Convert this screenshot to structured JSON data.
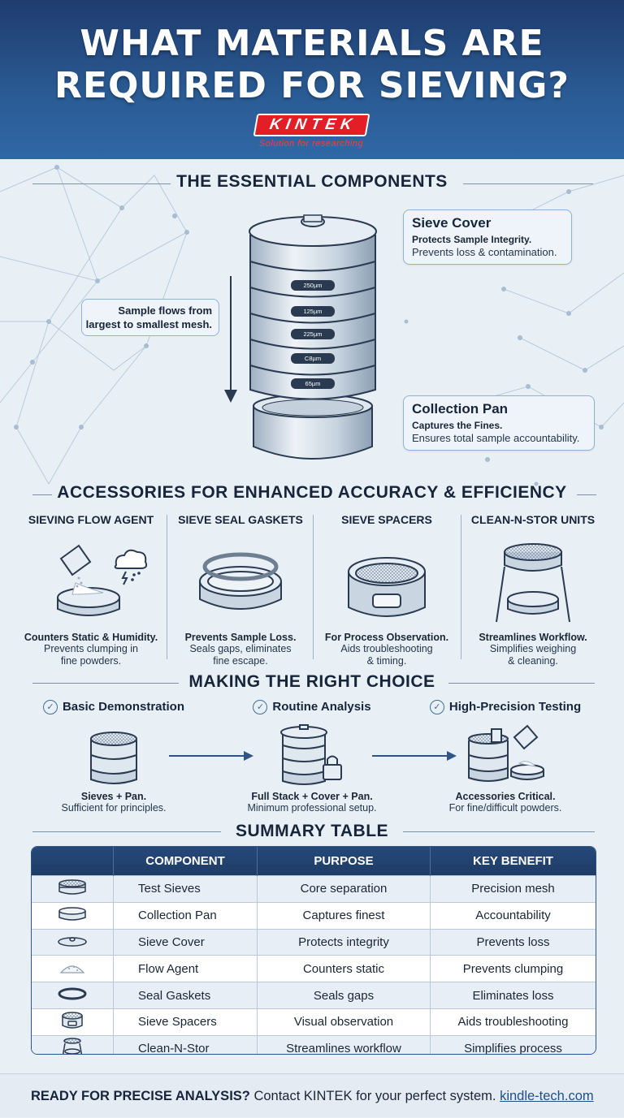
{
  "header": {
    "title_line1": "WHAT MATERIALS ARE",
    "title_line2": "REQUIRED FOR SIEVING?",
    "logo_text": "KINTEK",
    "logo_tagline": "Solution for researching"
  },
  "essential": {
    "section_title": "THE ESSENTIAL COMPONENTS",
    "sieve_labels": [
      "250µm",
      "125µm",
      "225µm",
      "C8µm",
      "65µm"
    ],
    "sample_flow_line1": "Sample flows from",
    "sample_flow_line2": "largest to smallest mesh.",
    "cover_callout": {
      "title": "Sieve Cover",
      "subtitle": "Protects Sample Integrity.",
      "desc": "Prevents loss & contamination."
    },
    "pan_callout": {
      "title": "Collection Pan",
      "subtitle": "Captures the Fines.",
      "desc": "Ensures total sample accountability."
    }
  },
  "accessories": {
    "section_title": "ACCESSORIES FOR ENHANCED ACCURACY & EFFICIENCY",
    "items": [
      {
        "title": "SIEVING FLOW AGENT",
        "icon": "flow-agent-icon",
        "subtitle": "Counters Static & Humidity.",
        "desc1": "Prevents clumping in",
        "desc2": "fine powders."
      },
      {
        "title": "SIEVE SEAL GASKETS",
        "icon": "gasket-icon",
        "subtitle": "Prevents Sample Loss.",
        "desc1": "Seals gaps, eliminates",
        "desc2": "fine escape."
      },
      {
        "title": "SIEVE SPACERS",
        "icon": "spacer-icon",
        "subtitle": "For Process Observation.",
        "desc1": "Aids troubleshooting",
        "desc2": "& timing."
      },
      {
        "title": "CLEAN-N-STOR UNITS",
        "icon": "clean-n-stor-icon",
        "subtitle": "Streamlines Workflow.",
        "desc1": "Simplifies weighing",
        "desc2": "& cleaning."
      }
    ]
  },
  "choice": {
    "section_title": "MAKING THE RIGHT CHOICE",
    "items": [
      {
        "title": "Basic Demonstration",
        "subtitle": "Sieves + Pan.",
        "desc": "Sufficient for principles."
      },
      {
        "title": "Routine Analysis",
        "subtitle": "Full Stack + Cover + Pan.",
        "desc": "Minimum professional setup."
      },
      {
        "title": "High-Precision Testing",
        "subtitle": "Accessories Critical.",
        "desc": "For fine/difficult powders."
      }
    ]
  },
  "summary": {
    "section_title": "SUMMARY TABLE",
    "headers": [
      "",
      "COMPONENT",
      "PURPOSE",
      "KEY BENEFIT"
    ],
    "rows": [
      {
        "icon": "test-sieve-icon",
        "component": "Test Sieves",
        "purpose": "Core separation",
        "benefit": "Precision mesh"
      },
      {
        "icon": "collection-pan-icon",
        "component": "Collection Pan",
        "purpose": "Captures finest",
        "benefit": "Accountability"
      },
      {
        "icon": "sieve-cover-icon",
        "component": "Sieve Cover",
        "purpose": "Protects integrity",
        "benefit": "Prevents loss"
      },
      {
        "icon": "flow-agent-icon",
        "component": "Flow Agent",
        "purpose": "Counters static",
        "benefit": "Prevents clumping"
      },
      {
        "icon": "seal-gasket-icon",
        "component": "Seal Gaskets",
        "purpose": "Seals gaps",
        "benefit": "Eliminates loss"
      },
      {
        "icon": "sieve-spacer-icon",
        "component": "Sieve Spacers",
        "purpose": "Visual observation",
        "benefit": "Aids troubleshooting"
      },
      {
        "icon": "clean-n-stor-icon",
        "component": "Clean-N-Stor",
        "purpose": "Streamlines workflow",
        "benefit": "Simplifies process"
      }
    ]
  },
  "footer": {
    "cta": "READY FOR PRECISE ANALYSIS?",
    "text": "Contact KINTEK for your perfect system.",
    "link": "kindle-tech.com"
  },
  "colors": {
    "header_bg": "#1f3c6e",
    "brand_red": "#e21f26",
    "table_header": "#26497a",
    "page_bg": "#e8f0f6"
  }
}
